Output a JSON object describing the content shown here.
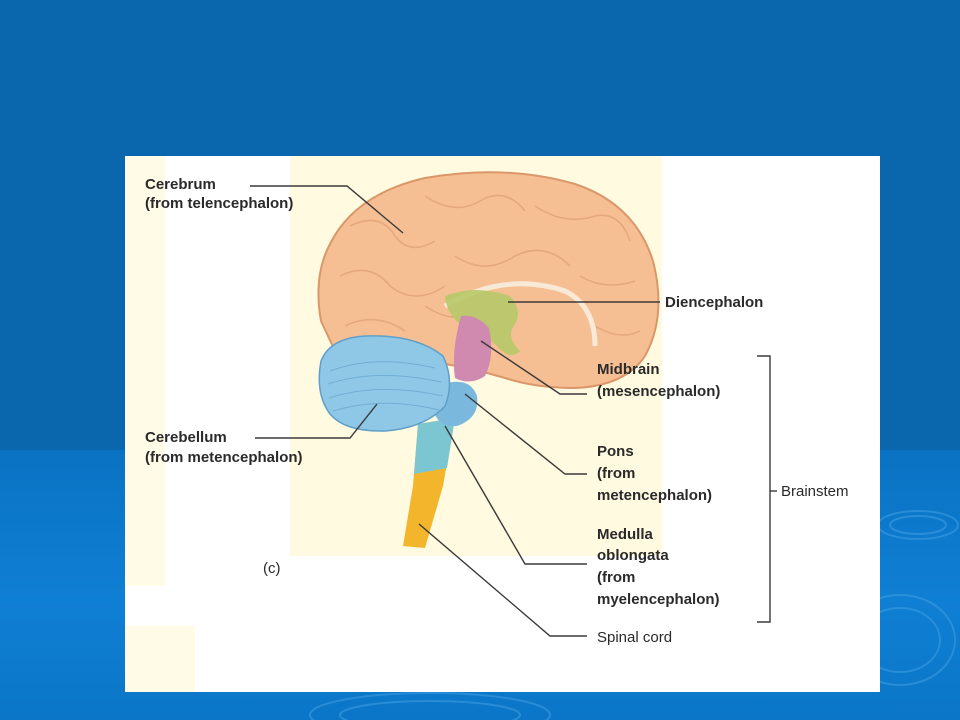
{
  "diagram": {
    "labels": {
      "cerebrum": [
        "Cerebrum",
        "(from telencephalon)"
      ],
      "diencephalon": [
        "Diencephalon"
      ],
      "midbrain": [
        "Midbrain",
        "(mesencephalon)"
      ],
      "cerebellum": [
        "Cerebellum",
        "(from metencephalon)"
      ],
      "pons": [
        "Pons",
        "(from",
        "metencephalon)"
      ],
      "medulla": [
        "Medulla",
        "oblongata",
        "(from",
        "myelencephalon)"
      ],
      "spinal_cord": [
        "Spinal cord"
      ],
      "brainstem": [
        "Brainstem"
      ],
      "figure_label": [
        "(c)"
      ]
    }
  },
  "colors": {
    "slide_top": "#0a66ad",
    "slide_bottom": "#0f7fd4",
    "cerebrum": "#f6bf93",
    "cerebellum": "#8fc7e6",
    "brainstem": "#7cc6d2",
    "spinal_cord": "#f2b52c",
    "midbrain": "#d08ab0",
    "diencephalon": "#b7c96a"
  }
}
